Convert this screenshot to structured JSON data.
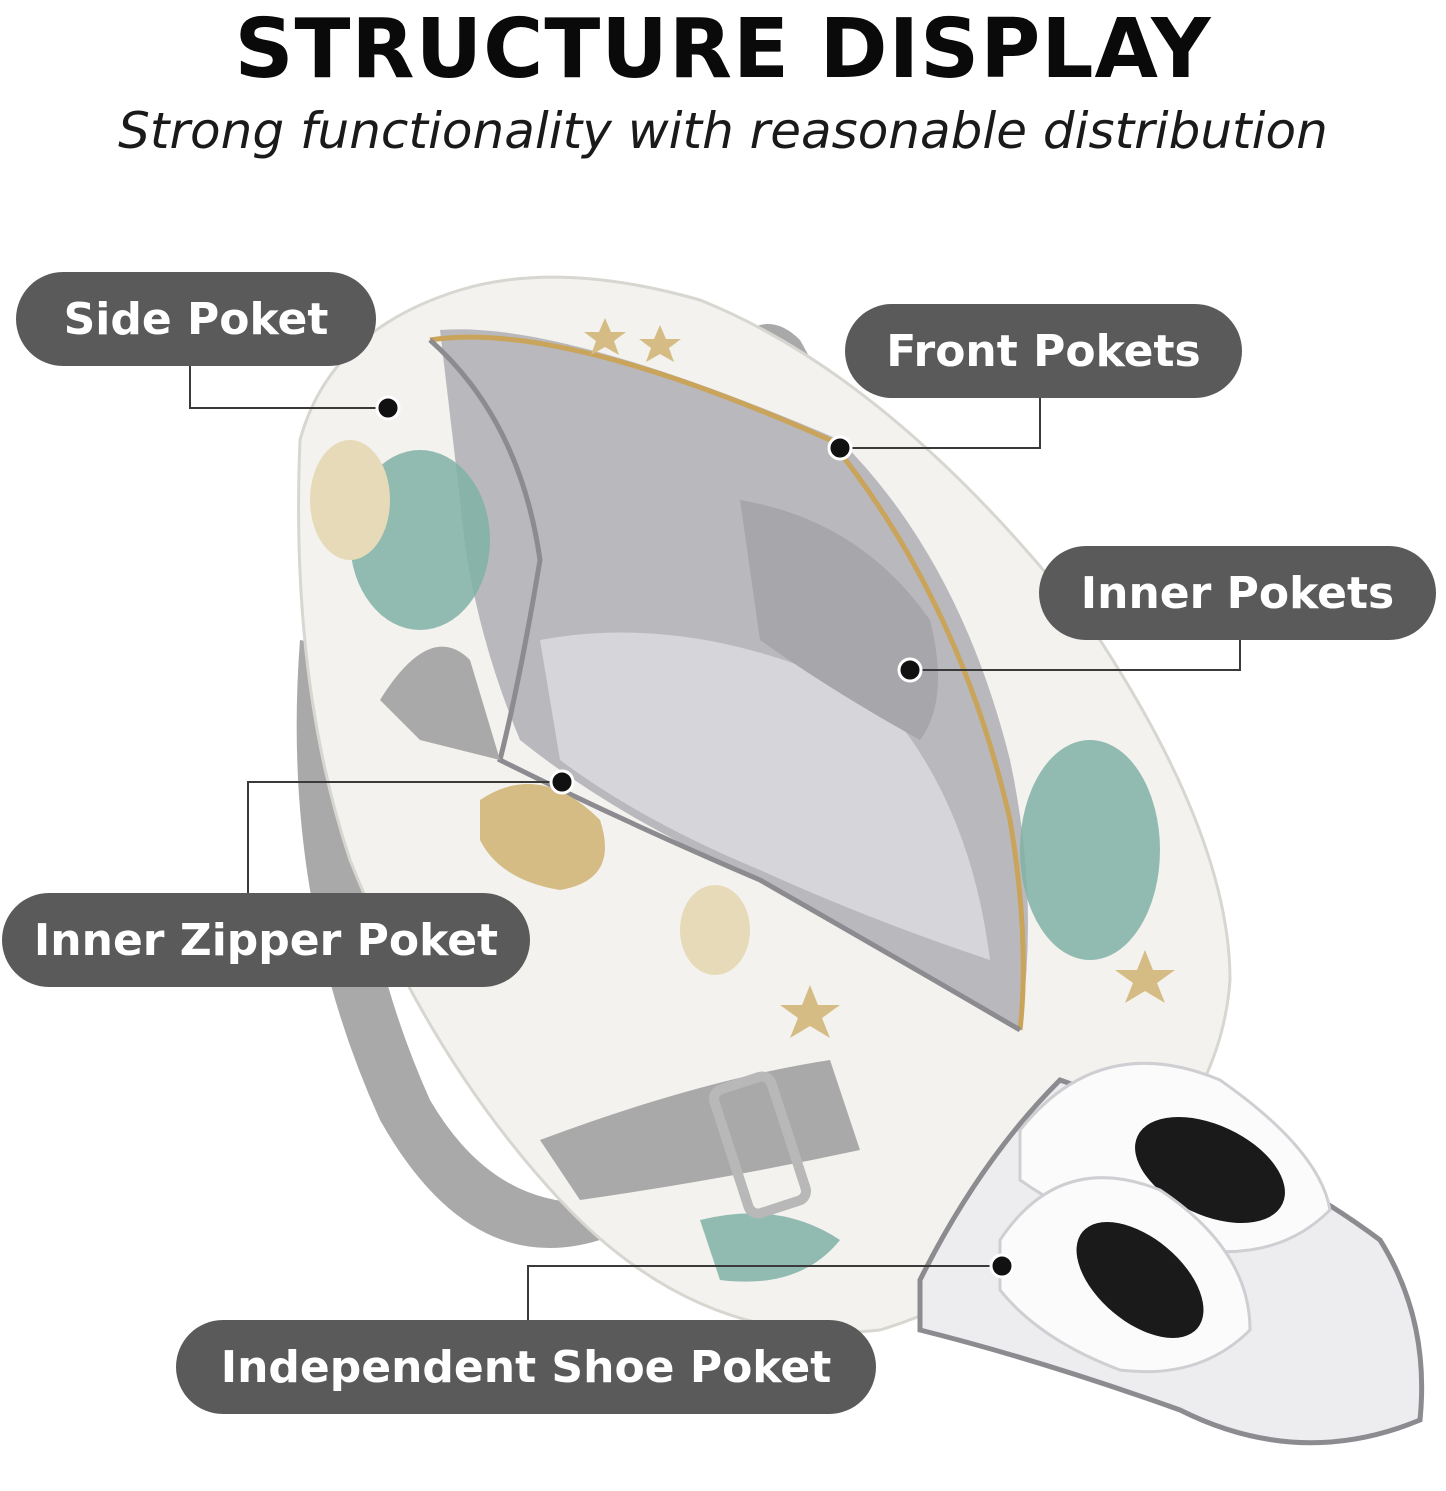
{
  "header": {
    "title": "STRUCTURE DISPLAY",
    "subtitle": "Strong functionality with reasonable distribution"
  },
  "callouts": [
    {
      "label": "Side Poket"
    },
    {
      "label": "Front Pokets"
    },
    {
      "label": "Inner Pokets"
    },
    {
      "label": "Inner Zipper Poket"
    },
    {
      "label": "Independent Shoe Poket"
    }
  ],
  "colors": {
    "pill_background": "#5a5a5a",
    "pill_text": "#ffffff",
    "leader_line": "#3a3a3a",
    "bag_body": "#f4f2ee",
    "lining": "#b9b9bd",
    "strap": "#a9a9a9",
    "dragon_teal": "#7fb2a6",
    "dragon_gold": "#d4bc84"
  }
}
